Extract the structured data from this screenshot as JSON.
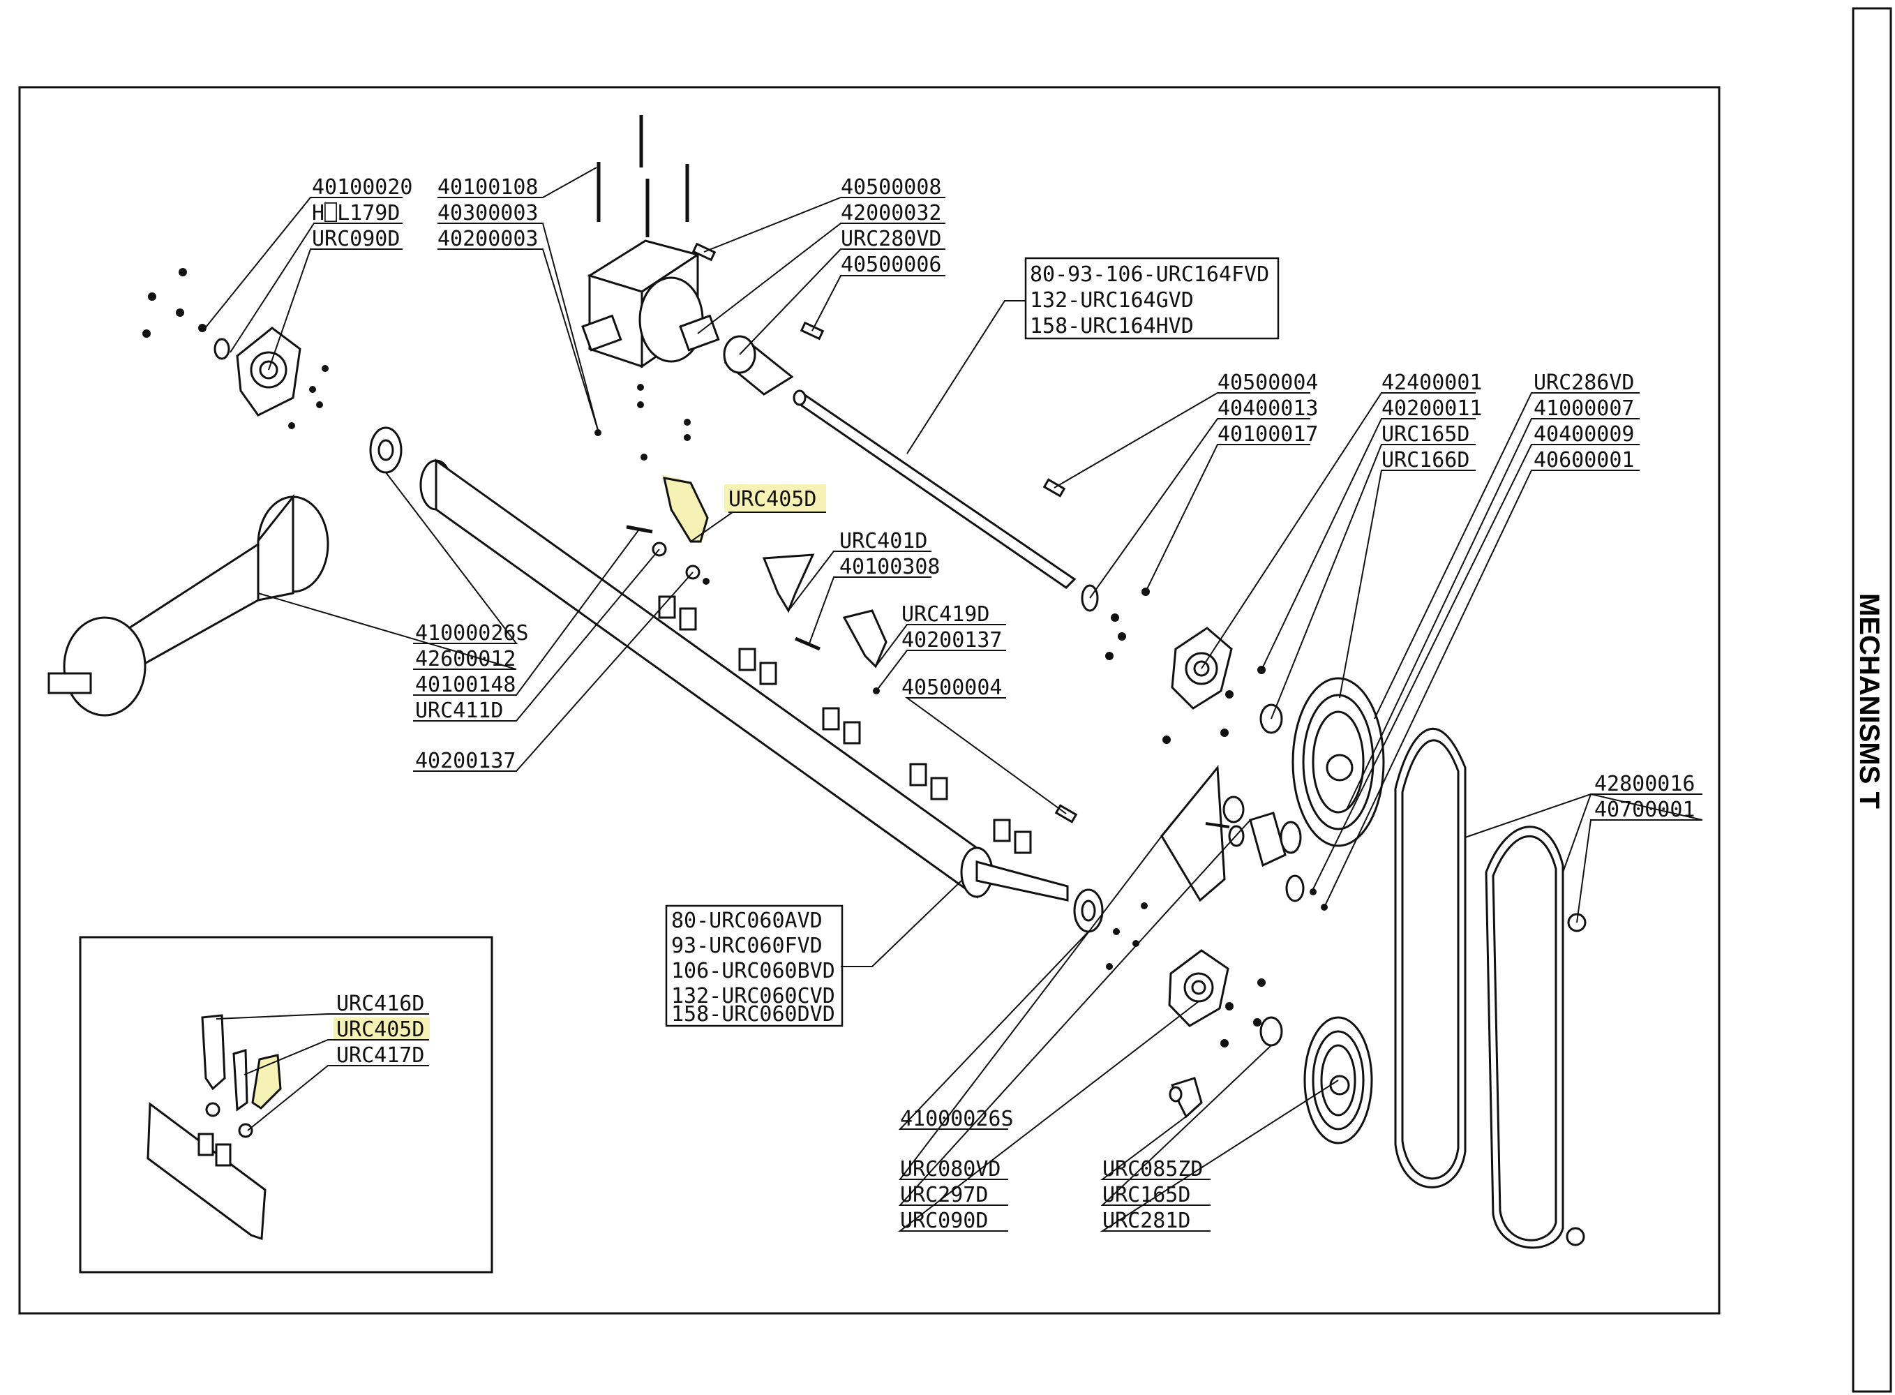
{
  "section_title": "MECHANISMS T",
  "highlight_color": "#f5f0a8",
  "callouts": {
    "c_40100020": "40100020",
    "c_hol179d": "H⎕L179D",
    "c_urc090d_top": "URC090D",
    "c_40100108": "40100108",
    "c_40300003": "40300003",
    "c_40200003": "40200003",
    "c_40500008": "40500008",
    "c_42000032": "42000032",
    "c_urc280vd": "URC280VD",
    "c_40500006": "40500006",
    "c_40500004_top": "40500004",
    "c_40400013": "40400013",
    "c_40100017": "40100017",
    "c_42400001": "42400001",
    "c_40200011": "40200011",
    "c_urc165d_top": "URC165D",
    "c_urc166d": "URC166D",
    "c_urc286vd": "URC286VD",
    "c_41000007": "41000007",
    "c_40400009": "40400009",
    "c_40600001": "40600001",
    "c_urc405d": "URC405D",
    "c_urc401d": "URC401D",
    "c_40100308": "40100308",
    "c_urc419d": "URC419D",
    "c_40200137_a": "40200137",
    "c_40500004_mid": "40500004",
    "c_41000026s_a": "41000026S",
    "c_42600012": "42600012",
    "c_40100148": "40100148",
    "c_urc411d": "URC411D",
    "c_40200137_b": "40200137",
    "c_42800016": "42800016",
    "c_40700001": "40700001",
    "c_41000026s_b": "41000026S",
    "c_urc080vd": "URC080VD",
    "c_urc297d": "URC297D",
    "c_urc090d_bot": "URC090D",
    "c_urc085zd": "URC085ZD",
    "c_urc165d_bot": "URC165D",
    "c_urc281d": "URC281D"
  },
  "shaft_box": [
    "80-93-106-URC164FVD",
    "132-URC164GVD",
    "158-URC164HVD"
  ],
  "rotor_box": [
    "80-URC060AVD",
    "93-URC060FVD",
    "106-URC060BVD",
    "132-URC060CVD",
    "158-URC060DVD"
  ],
  "inset": {
    "urc416d": "URC416D",
    "urc405d": "URC405D",
    "urc417d": "URC417D"
  }
}
